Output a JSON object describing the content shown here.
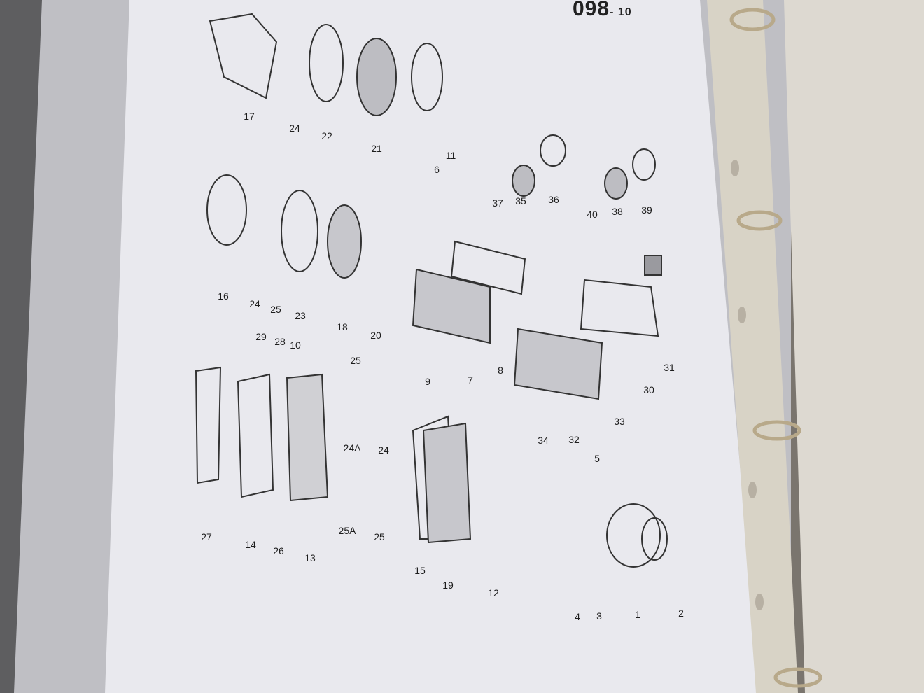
{
  "page": {
    "header_number": "098",
    "header_sub": "- 10"
  },
  "part_labels": [
    "17",
    "24",
    "22",
    "21",
    "11",
    "6",
    "37",
    "35",
    "36",
    "40",
    "38",
    "39",
    "16",
    "24",
    "25",
    "23",
    "18",
    "20",
    "8",
    "7",
    "9",
    "31",
    "30",
    "33",
    "32",
    "34",
    "29",
    "28",
    "10",
    "25",
    "24A",
    "24",
    "25A",
    "25",
    "27",
    "14",
    "26",
    "13",
    "15",
    "19",
    "12",
    "5",
    "4",
    "3",
    "1",
    "2"
  ],
  "colors": {
    "page": "#e9e9ee",
    "binder": "#d8d3c6",
    "background": "#6e6d6b"
  }
}
